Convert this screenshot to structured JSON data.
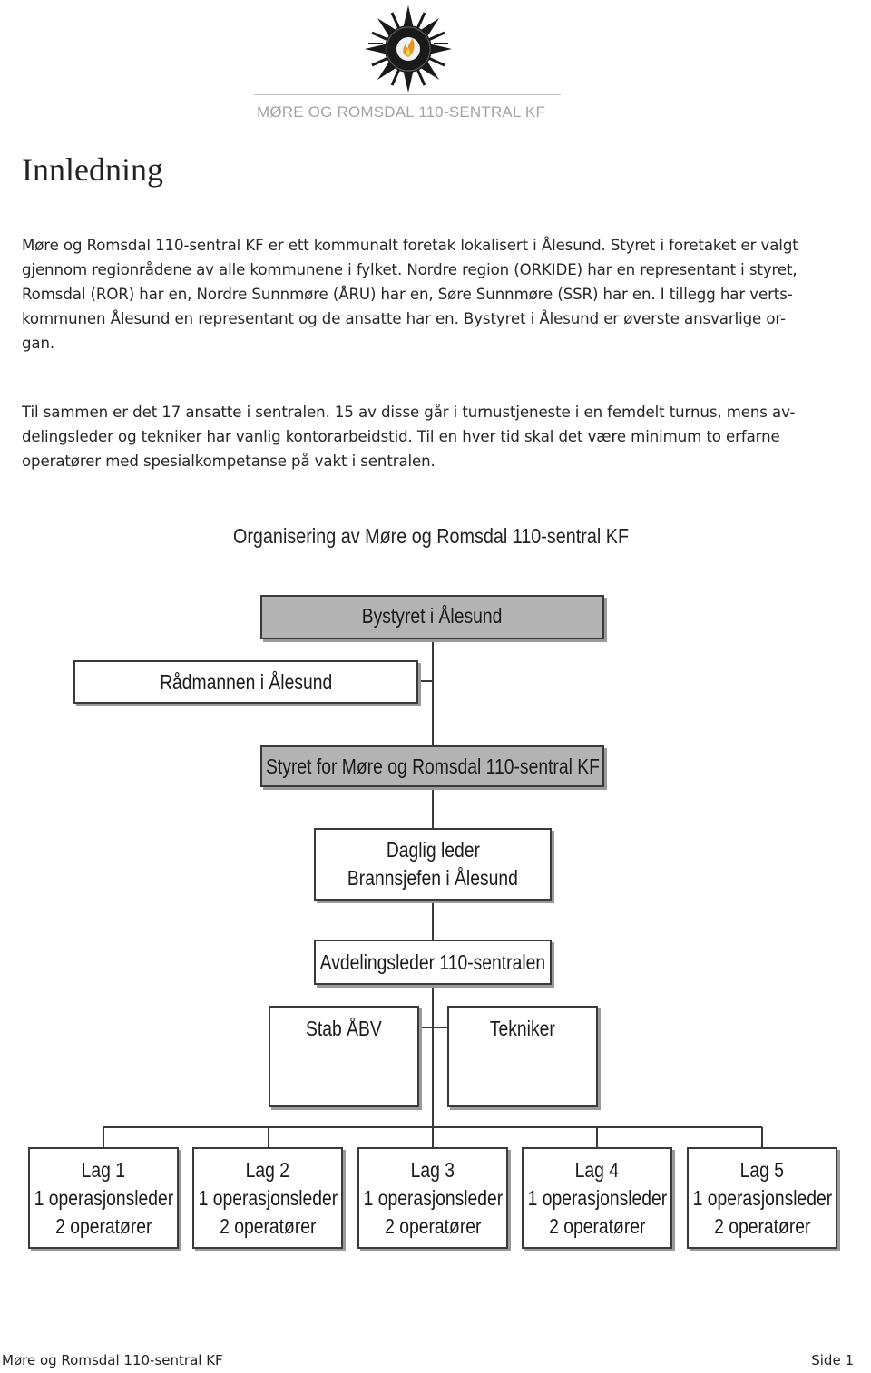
{
  "header": {
    "logo_icon": "fire-service-star-emblem-icon",
    "org_name": "MØRE OG ROMSDAL 110-SENTRAL KF"
  },
  "title": "Innledning",
  "paragraphs": {
    "p1": [
      "Møre og Romsdal 110-sentral KF er ett kommunalt foretak lokalisert i Ålesund. Styret i foretaket er valgt",
      "gjennom regionrådene av alle kommunene i fylket. Nordre region (ORKIDE) har en representant i styret,",
      "Romsdal (ROR) har en, Nordre Sunnmøre (ÅRU) har en, Søre Sunnmøre (SSR) har en. I tillegg har verts-",
      "kommunen Ålesund en representant og de ansatte har en. Bystyret i Ålesund er øverste ansvarlige or-",
      "gan."
    ],
    "p2": [
      "Til sammen er det 17 ansatte i sentralen. 15 av disse går i turnustjeneste i en femdelt turnus, mens av-",
      "delingsleder og tekniker har vanlig kontorarbeidstid. Til en hver tid skal det være minimum to erfarne",
      "operatører med spesialkompetanse på vakt i sentralen."
    ]
  },
  "org_chart": {
    "title": "Organisering av Møre og Romsdal 110-sentral KF",
    "bystyret": "Bystyret i Ålesund",
    "radmannen": "Rådmannen i Ålesund",
    "styret": "Styret for Møre og Romsdal 110-sentral KF",
    "daglig_leder": [
      "Daglig leder",
      "Brannsjefen i Ålesund"
    ],
    "avdelingsleder": "Avdelingsleder 110-sentralen",
    "stab": "Stab ÅBV",
    "tekniker": "Tekniker",
    "teams": [
      {
        "name": "Lag 1",
        "leader": "1 operasjonsleder",
        "operators": "2 operatører"
      },
      {
        "name": "Lag 2",
        "leader": "1 operasjonsleder",
        "operators": "2 operatører"
      },
      {
        "name": "Lag 3",
        "leader": "1 operasjonsleder",
        "operators": "2 operatører"
      },
      {
        "name": "Lag 4",
        "leader": "1 operasjonsleder",
        "operators": "2 operatører"
      },
      {
        "name": "Lag 5",
        "leader": "1 operasjonsleder",
        "operators": "2 operatører"
      }
    ]
  },
  "footer": {
    "left": "Møre og Romsdal 110-sentral KF",
    "right": "Side 1"
  }
}
